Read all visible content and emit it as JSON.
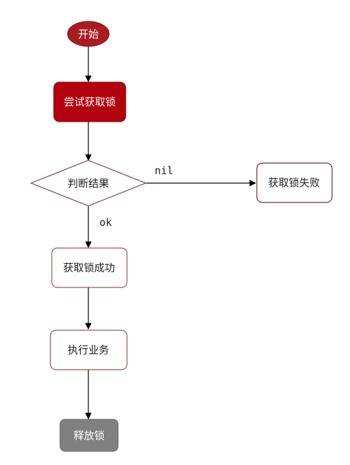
{
  "diagram": {
    "type": "flowchart",
    "nodes": {
      "start": {
        "label": "开始",
        "shape": "ellipse",
        "fill": "#a81c22",
        "stroke": "#8c1418",
        "text_color": "#ffffff"
      },
      "try_lock": {
        "label": "尝试获取锁",
        "shape": "rounded-rect",
        "fill": "#b3000d",
        "stroke": "#8a0a0a",
        "text_color": "#ffffff"
      },
      "check": {
        "label": "判断结果",
        "shape": "diamond",
        "fill": "#ffffff",
        "stroke": "#8c3a3a",
        "text_color": "#222222"
      },
      "fail": {
        "label": "获取锁失败",
        "shape": "rounded-rect",
        "fill": "#ffffff",
        "stroke": "#7a2a2a",
        "text_color": "#222222"
      },
      "success": {
        "label": "获取锁成功",
        "shape": "rounded-rect",
        "fill": "#ffffff",
        "stroke": "#a05050",
        "text_color": "#222222"
      },
      "execute": {
        "label": "执行业务",
        "shape": "rounded-rect",
        "fill": "#ffffff",
        "stroke": "#a05050",
        "text_color": "#222222"
      },
      "release": {
        "label": "释放锁",
        "shape": "rounded-rect",
        "fill": "#808080",
        "stroke": "#6e6e6e",
        "text_color": "#ffffff"
      }
    },
    "edges": [
      {
        "from": "start",
        "to": "try_lock",
        "label": ""
      },
      {
        "from": "try_lock",
        "to": "check",
        "label": ""
      },
      {
        "from": "check",
        "to": "fail",
        "label": "nil"
      },
      {
        "from": "check",
        "to": "success",
        "label": "ok"
      },
      {
        "from": "success",
        "to": "execute",
        "label": ""
      },
      {
        "from": "execute",
        "to": "release",
        "label": ""
      }
    ],
    "edge_color": "#000000"
  }
}
